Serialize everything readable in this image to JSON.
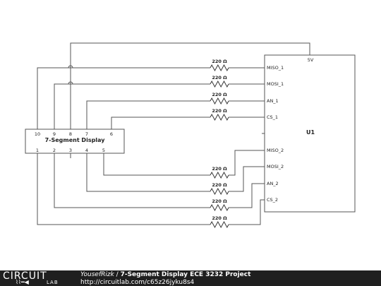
{
  "schematic": {
    "resistor_value": "220 Ω",
    "display": {
      "name": "7-Segment Display",
      "top_pins": [
        "10",
        "9",
        "8",
        "7",
        "6"
      ],
      "bottom_pins": [
        "1",
        "2",
        "3",
        "4",
        "5"
      ]
    },
    "chip": {
      "name": "U1",
      "power_label": "5V",
      "pins": [
        "MISO_1",
        "MOSI_1",
        "AN_1",
        "CS_1",
        "MISO_2",
        "MOSI_2",
        "AN_2",
        "CS_2"
      ]
    }
  },
  "footer": {
    "logo_top": "CIRCUIT",
    "logo_bottom": "LAB",
    "author": "YousefRizk",
    "separator": " / ",
    "title": "7-Segment Display ECE 3232 Project",
    "url": "http://circuitlab.com/c65z26jyku8s4"
  }
}
